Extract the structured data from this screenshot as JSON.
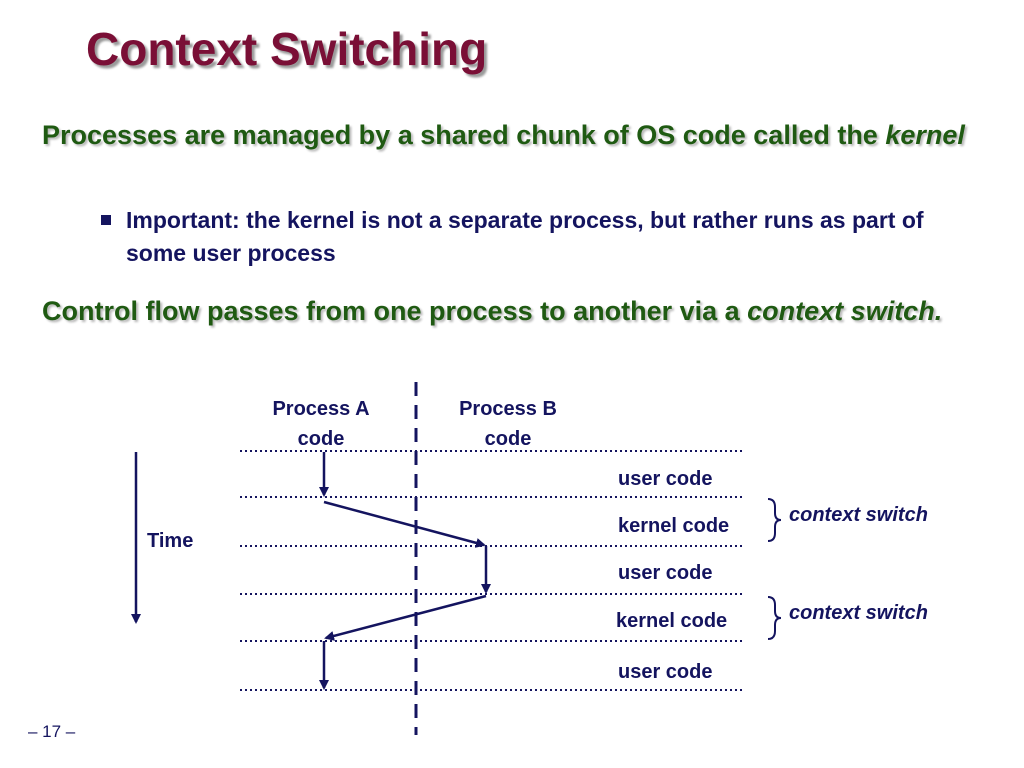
{
  "slide": {
    "title": "Context Switching",
    "bullets": [
      {
        "text_before": "Processes are managed by a shared chunk of OS code called the ",
        "emphasis": "kernel",
        "text_after": ""
      },
      {
        "text_before": "Control flow passes from one process to another via a ",
        "emphasis": "context switch.",
        "text_after": ""
      }
    ],
    "sub_bullet": "Important: the kernel is not a separate process, but rather runs as part of some user process",
    "page_number": "– 17 –"
  },
  "diagram": {
    "process_a_label": "Process A code",
    "process_b_label": "Process B code",
    "time_label": "Time",
    "regions": [
      "user code",
      "kernel code",
      "user code",
      "kernel code",
      "user code"
    ],
    "context_switch_label": "context switch",
    "colors": {
      "ink": "#14145f",
      "title": "#7a0f36",
      "bullet": "#1f5a12"
    }
  }
}
